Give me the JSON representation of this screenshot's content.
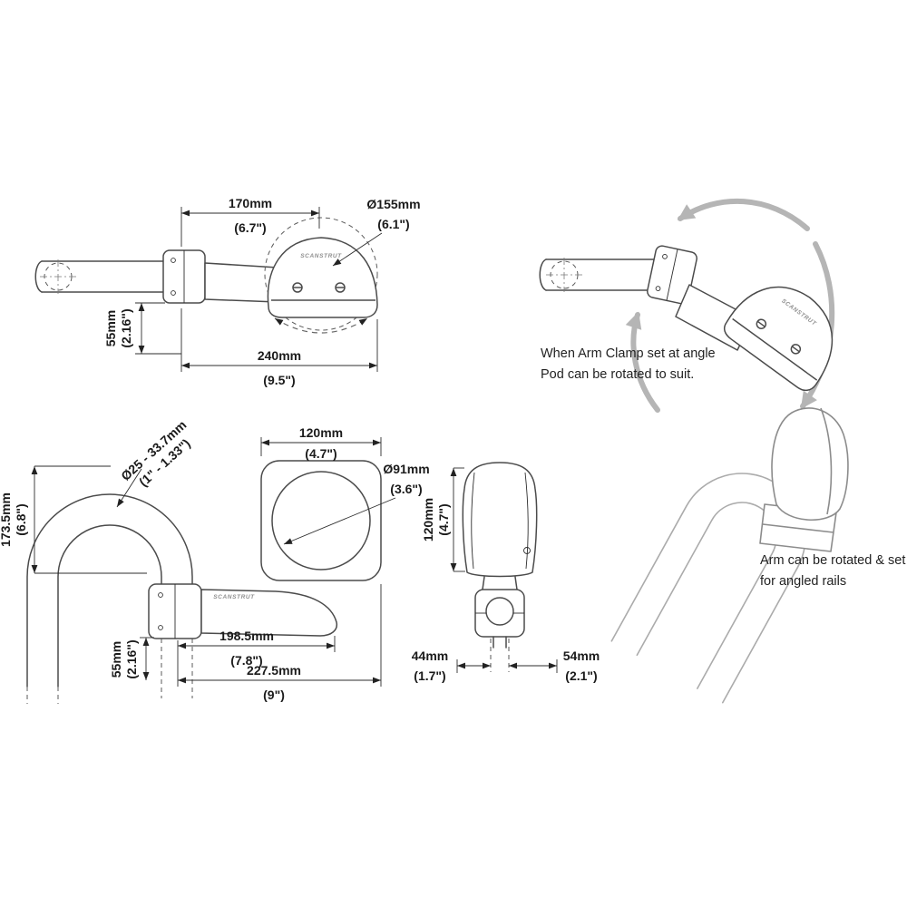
{
  "brand": "SCANSTRUT",
  "notes": {
    "rotate_line1": "When Arm Clamp set at angle",
    "rotate_line2": "Pod can be rotated to suit.",
    "angled_line1": "Arm can be rotated & set",
    "angled_line2": "for angled rails"
  },
  "side_view": {
    "arm_mm": "170mm",
    "arm_in": "(6.7\")",
    "pod_dia_mm": "Ø155mm",
    "pod_dia_in": "(6.1\")",
    "drop_mm": "55mm",
    "drop_in": "(2.16\")",
    "overall_mm": "240mm",
    "overall_in": "(9.5\")"
  },
  "rail_view": {
    "tube_mm": "Ø25 - 33.7mm",
    "tube_in": "(1\" - 1.33\")",
    "height_mm": "173.5mm",
    "height_in": "(6.8\")",
    "drop_mm": "55mm",
    "drop_in": "(2.16\")",
    "reach_mm": "198.5mm",
    "reach_in": "(7.8\")",
    "overall_mm": "227.5mm",
    "overall_in": "(9\")"
  },
  "top_view": {
    "width_mm": "120mm",
    "width_in": "(4.7\")",
    "cutout_mm": "Ø91mm",
    "cutout_in": "(3.6\")"
  },
  "front_view": {
    "height_mm": "120mm",
    "height_in": "(4.7\")",
    "front_offset_mm": "44mm",
    "front_offset_in": "(1.7\")",
    "rear_offset_mm": "54mm",
    "rear_offset_in": "(2.1\")"
  },
  "colors": {
    "line": "#4b4b4b",
    "dim_text": "#1b1b1b",
    "gray_arrow": "#b5b5b5"
  }
}
